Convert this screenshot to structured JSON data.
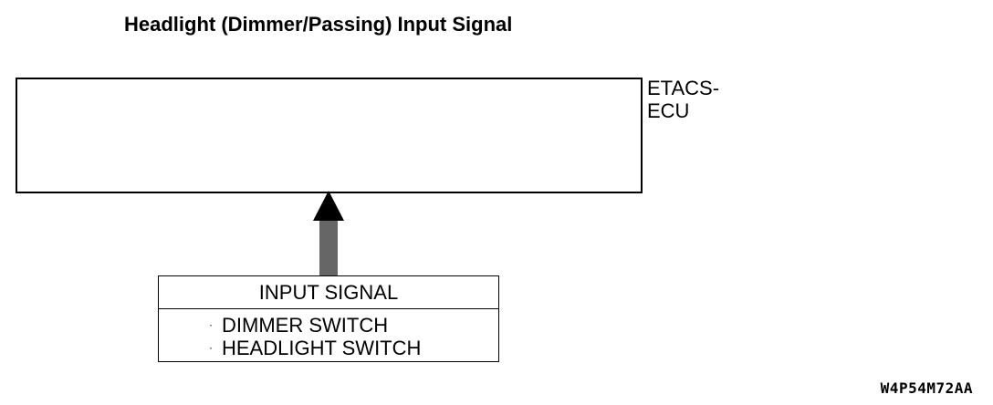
{
  "title": "Headlight (Dimmer/Passing) Input Signal",
  "ecu": {
    "label": "ETACS-\nECU"
  },
  "input_box": {
    "header": "INPUT SIGNAL",
    "bullet": "·",
    "items": [
      {
        "label": "DIMMER SWITCH"
      },
      {
        "label": "HEADLIGHT SWITCH"
      }
    ]
  },
  "figure_code": "W4P54M72AA",
  "colors": {
    "line": "#000000",
    "background": "#ffffff"
  }
}
